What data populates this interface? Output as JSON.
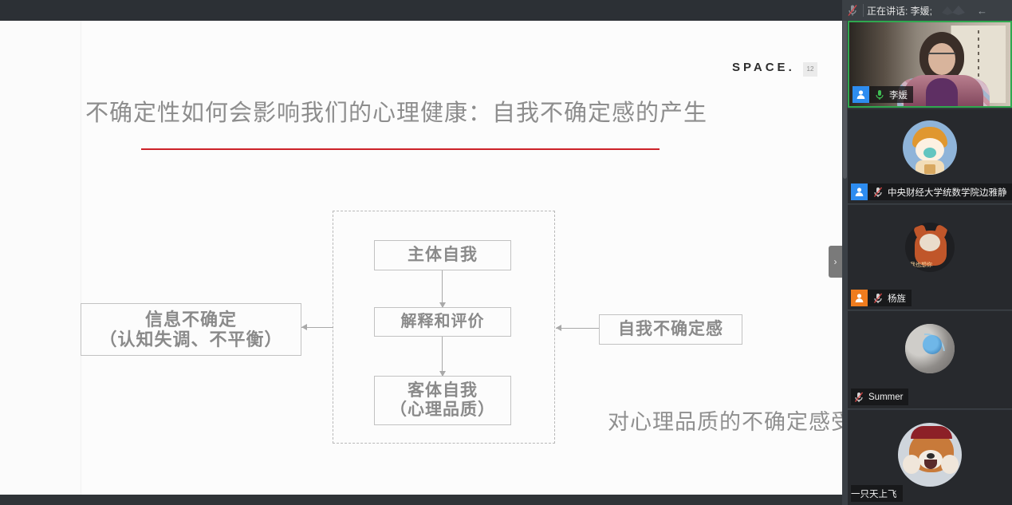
{
  "meeting": {
    "header": {
      "mic_icon": "mic-muted-icon",
      "speaking_label": "正在讲话: 李媛;",
      "logo_icon": "app-logo-icon",
      "back_icon": "chevron-left-icon"
    },
    "panel_toggle_icon": "chevron-right-icon",
    "participants": [
      {
        "name": "李媛",
        "badge": "blue",
        "badge_icon": "user-avatar-icon",
        "mic_icon": "mic-on-icon",
        "mic_state": "on",
        "active_speaker": true,
        "media": "webcam"
      },
      {
        "name": "中央财经大学统数学院边雅静",
        "badge": "blue",
        "badge_icon": "user-avatar-icon",
        "mic_icon": "mic-muted-icon",
        "mic_state": "muted",
        "active_speaker": false,
        "media": "avatar-baby"
      },
      {
        "name": "杨旌",
        "badge": "orange",
        "badge_icon": "user-avatar-icon",
        "mic_icon": "mic-muted-icon",
        "mic_state": "muted",
        "active_speaker": false,
        "media": "avatar-fox"
      },
      {
        "name": "Summer",
        "badge": null,
        "badge_icon": null,
        "mic_icon": "mic-muted-icon",
        "mic_state": "muted",
        "active_speaker": false,
        "media": "avatar-moon"
      },
      {
        "name": "一只天上飞",
        "badge": null,
        "badge_icon": null,
        "mic_icon": null,
        "mic_state": "none",
        "active_speaker": false,
        "media": "avatar-dog"
      }
    ]
  },
  "slide": {
    "brand": "SPACE.",
    "page_number": "12",
    "title": "不确定性如何会影响我们的心理健康：自我不确定感的产生",
    "accent_color": "#cc2229",
    "caption": "对心理品质的不确定感受",
    "diagram": {
      "left_node": {
        "line1": "信息不确定",
        "line2": "（认知失调、不平衡）"
      },
      "center_nodes": [
        {
          "line1": "主体自我",
          "line2": ""
        },
        {
          "line1": "解释和评价",
          "line2": ""
        },
        {
          "line1": "客体自我",
          "line2": "（心理品质）"
        }
      ],
      "right_node": {
        "line1": "自我不确定感"
      }
    }
  }
}
